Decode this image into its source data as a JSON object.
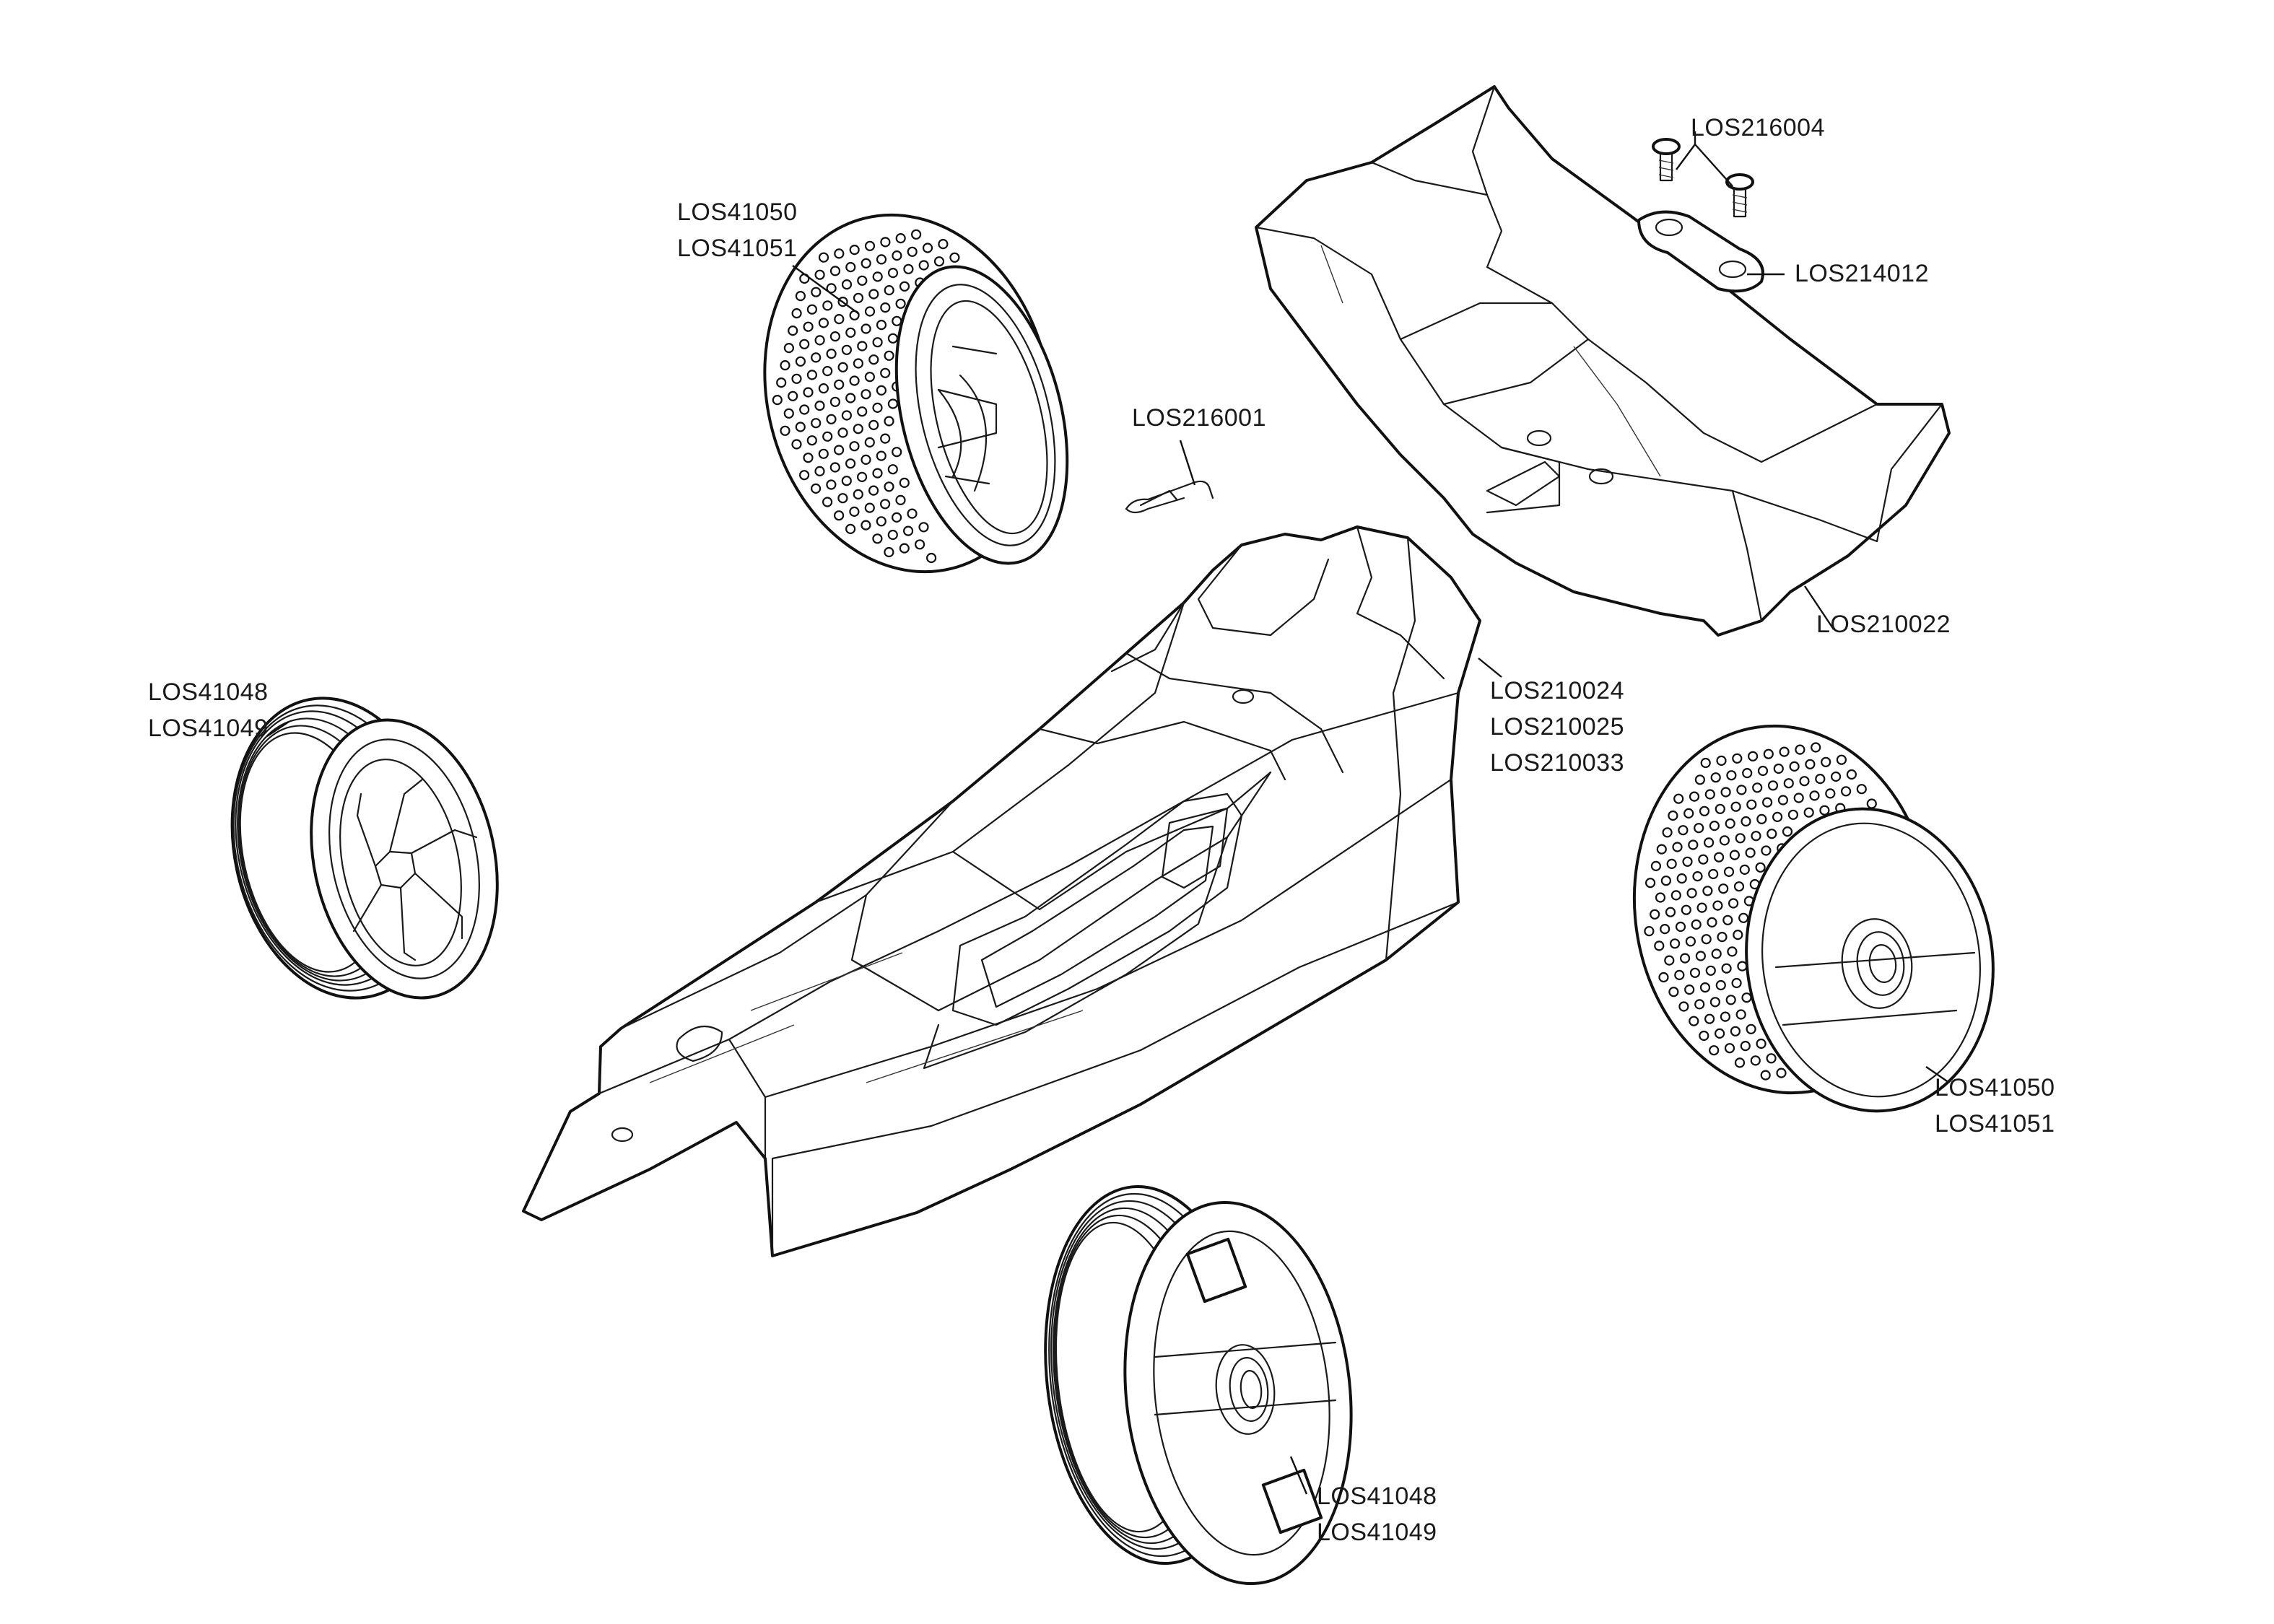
{
  "labels": {
    "rear_tire_top": [
      "LOS41050",
      "LOS41051"
    ],
    "front_tire_left": [
      "LOS41048",
      "LOS41049"
    ],
    "body_clip": "LOS216001",
    "wing_screws": "LOS216004",
    "wing_washers": "LOS214012",
    "wing": "LOS210022",
    "body": [
      "LOS210024",
      "LOS210025",
      "LOS210033"
    ],
    "rear_tire_right": [
      "LOS41050",
      "LOS41051"
    ],
    "front_tire_bottom": [
      "LOS41048",
      "LOS41049"
    ]
  },
  "colors": {
    "line": "#1a1a1a",
    "background": "#ffffff"
  }
}
